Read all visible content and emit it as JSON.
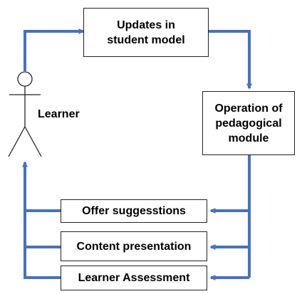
{
  "diagram": {
    "actor": {
      "label": "Learner"
    },
    "nodes": {
      "updates": "Updates in\nstudent model",
      "operation": "Operation of\npedagogical\nmodule",
      "offer": "Offer suggesstions",
      "content": "Content presentation",
      "assessment": "Learner Assessment"
    },
    "colors": {
      "arrow": "#4472C4",
      "border": "#222222",
      "text": "#000000"
    }
  }
}
